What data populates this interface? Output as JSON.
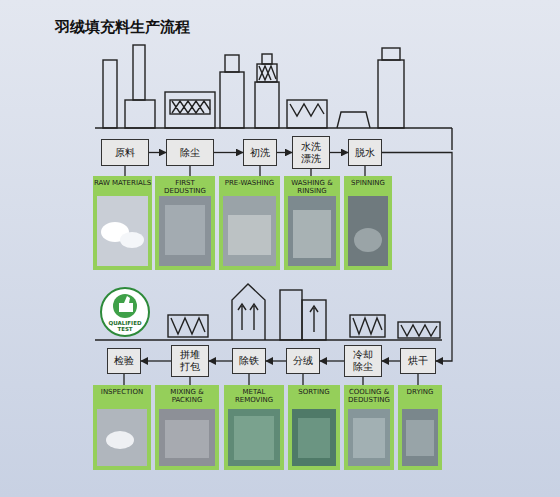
{
  "diagram": {
    "title": "羽绒填充料生产流程",
    "nodes": [
      {
        "text": [
          "原料"
        ]
      },
      {
        "text": [
          "除尘"
        ]
      },
      {
        "text": [
          "初洗"
        ]
      },
      {
        "text": [
          "水洗 漂洗"
        ]
      },
      {
        "text": [
          "脱水"
        ]
      },
      {
        "text": [
          "RAW MATERIALS"
        ]
      },
      {
        "text": [
          "FIRST DEDUSTING"
        ]
      },
      {
        "text": [
          "PRE-WASHING"
        ]
      },
      {
        "text": [
          "WASHING & RINSING"
        ]
      },
      {
        "text": [
          "SPINNING"
        ]
      },
      {
        "text": [
          "检验"
        ]
      },
      {
        "text": [
          "拼堆 打包"
        ]
      },
      {
        "text": [
          "除铁"
        ]
      },
      {
        "text": [
          "分绒"
        ]
      },
      {
        "text": [
          "冷却 除尘"
        ]
      },
      {
        "text": [
          "烘干"
        ]
      },
      {
        "text": [
          "INSPECTION"
        ]
      },
      {
        "text": [
          "MIXING & PACKING"
        ]
      },
      {
        "text": [
          "METAL REMOVING"
        ]
      },
      {
        "text": [
          "SORTING"
        ]
      },
      {
        "text": [
          "COOLING & DEDUSTING"
        ]
      },
      {
        "text": [
          "DRYING"
        ]
      }
    ],
    "edges": [
      {
        "from": 0,
        "to": 1,
        "arrow": "to"
      },
      {
        "from": 1,
        "to": 2,
        "arrow": "to"
      },
      {
        "from": 2,
        "to": 3,
        "arrow": "to"
      },
      {
        "from": 3,
        "to": 4,
        "arrow": "to"
      },
      {
        "from": 4,
        "to": 15,
        "arrow": "to"
      },
      {
        "from": 15,
        "to": 14,
        "arrow": "to"
      },
      {
        "from": 14,
        "to": 13,
        "arrow": "to"
      },
      {
        "from": 13,
        "to": 12,
        "arrow": "to"
      },
      {
        "from": 12,
        "to": 11,
        "arrow": "to"
      },
      {
        "from": 11,
        "to": 10,
        "arrow": "to"
      },
      {
        "from": 0,
        "to": 5,
        "arrow": "none"
      },
      {
        "from": 1,
        "to": 6,
        "arrow": "none"
      },
      {
        "from": 2,
        "to": 7,
        "arrow": "none"
      },
      {
        "from": 3,
        "to": 8,
        "arrow": "none"
      },
      {
        "from": 4,
        "to": 9,
        "arrow": "none"
      },
      {
        "from": 10,
        "to": 16,
        "arrow": "none"
      },
      {
        "from": 11,
        "to": 17,
        "arrow": "none"
      },
      {
        "from": 12,
        "to": 18,
        "arrow": "none"
      },
      {
        "from": 13,
        "to": 19,
        "arrow": "none"
      },
      {
        "from": 14,
        "to": 20,
        "arrow": "none"
      },
      {
        "from": 15,
        "to": 21,
        "arrow": "none"
      }
    ],
    "labels": [
      "QUALIFIED TEST"
    ]
  }
}
